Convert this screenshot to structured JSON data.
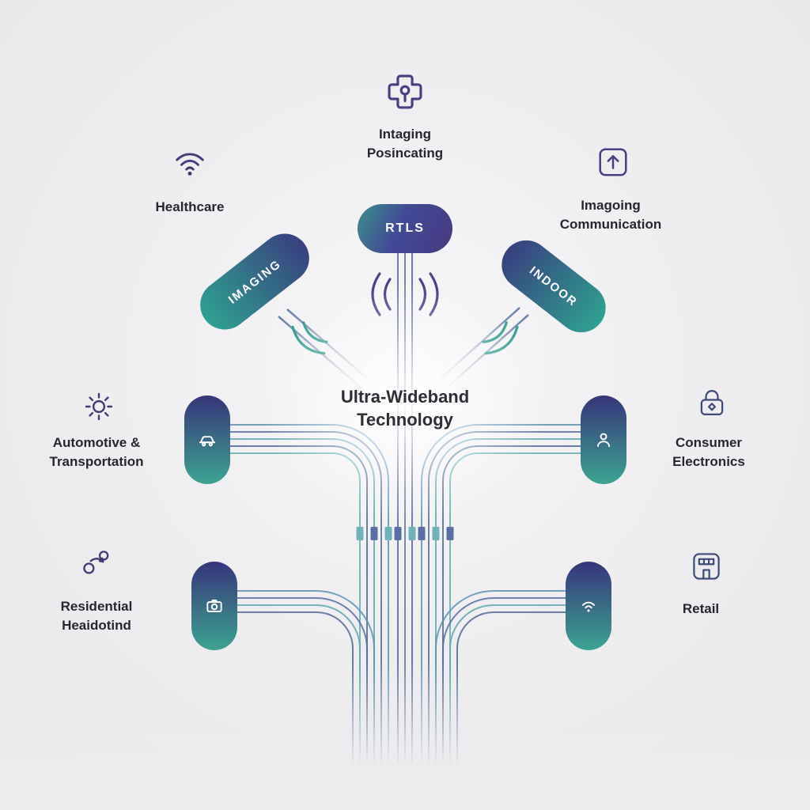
{
  "title": {
    "line1": "Ultra-Wideband",
    "line2": "Technology"
  },
  "pills": {
    "rtls": {
      "label": "RTLS"
    },
    "imaging": {
      "label": "IMAGING"
    },
    "indoor": {
      "label": "INDOOR"
    },
    "automotive_node_icon": "car-icon",
    "consumer_node_icon": "person-icon",
    "residential_node_icon": "camera-icon",
    "retail_node_icon": "wifi-icon"
  },
  "categories": {
    "positioning": {
      "line1": "Intaging",
      "line2": "Posincating",
      "icon": "positioning-cross-pin-icon"
    },
    "healthcare": {
      "line1": "Healthcare",
      "icon": "wifi-icon"
    },
    "communication": {
      "line1": "Imagoing",
      "line2": "Communication",
      "icon": "arrow-up-square-icon"
    },
    "automotive": {
      "line1": "Automotive &",
      "line2": "Transportation",
      "icon": "dial-icon"
    },
    "consumer": {
      "line1": "Consumer",
      "line2": "Electronics",
      "icon": "lock-icon"
    },
    "residential": {
      "line1": "Residential",
      "line2": "Heaidotind",
      "icon": "circles-arrow-icon"
    },
    "retail": {
      "line1": "Retail",
      "icon": "storefront-icon"
    }
  },
  "colors": {
    "teal": "#2fa092",
    "indigo": "#37417f",
    "line_blue": "#55719f",
    "line_teal": "#5fa9ae",
    "background": "#ecebed"
  }
}
